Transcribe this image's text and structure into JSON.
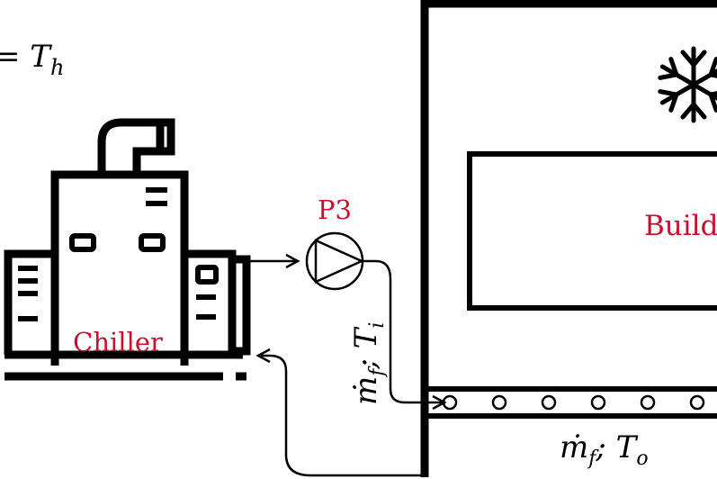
{
  "labels": {
    "top_left_eq": "= T",
    "top_left_sub": "h",
    "pump": "P3",
    "chiller": "Chiller",
    "building": "Build",
    "supply_main": "ṁ",
    "supply_sub_f": "f",
    "supply_sep": "; T",
    "supply_sub_i": "i",
    "return_main": "ṁ",
    "return_sub_f": "f",
    "return_sep": "; T",
    "return_sub_o": "o"
  },
  "colors": {
    "label_red": "#c8102e",
    "line": "#000000"
  },
  "icons": [
    "snowflake-icon",
    "pump-icon",
    "chiller-icon"
  ]
}
